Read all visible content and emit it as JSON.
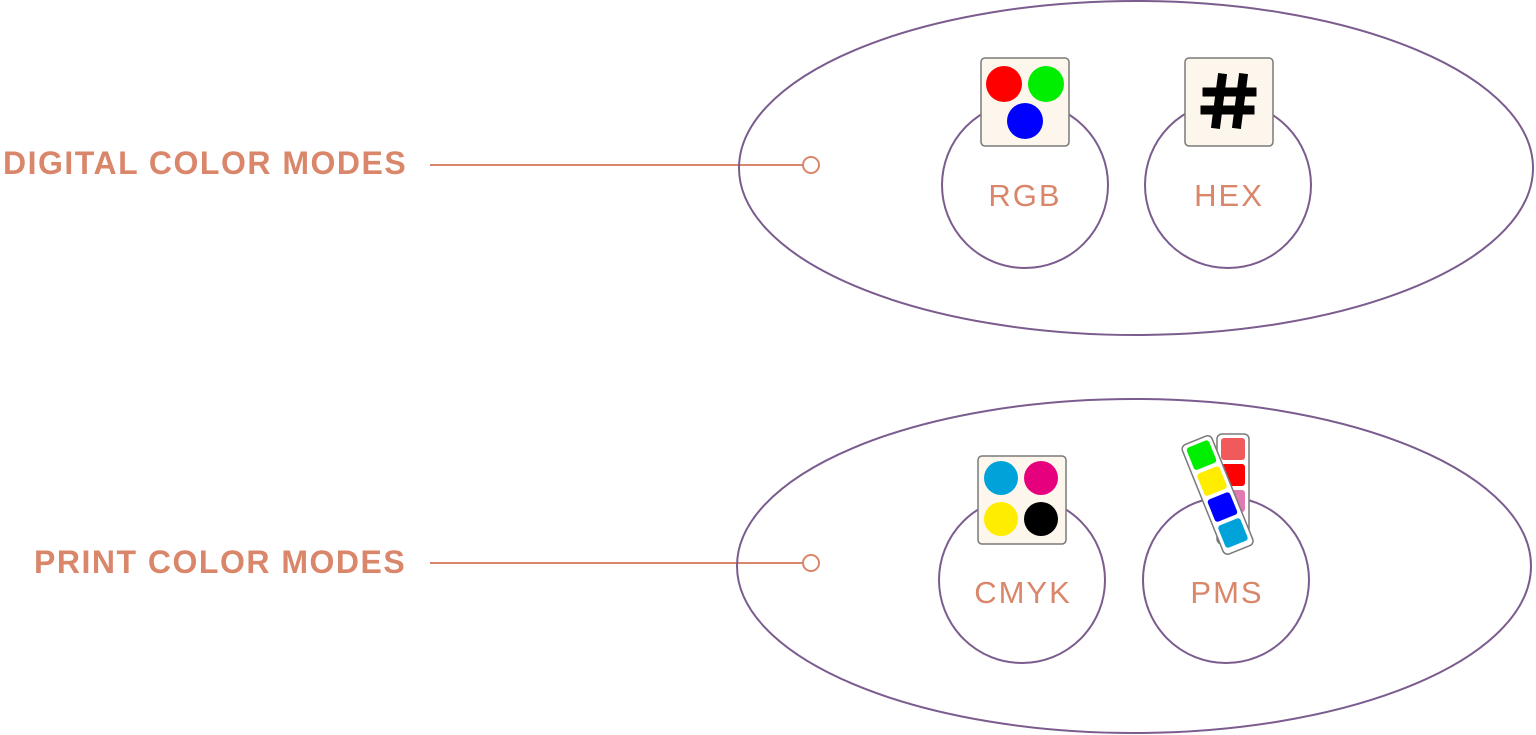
{
  "groups": {
    "digital": {
      "label": "DIGITAL COLOR MODES",
      "modes": [
        {
          "name": "RGB",
          "icon": "rgb-circles-icon"
        },
        {
          "name": "HEX",
          "icon": "hash-icon"
        }
      ]
    },
    "print": {
      "label": "PRINT COLOR MODES",
      "modes": [
        {
          "name": "CMYK",
          "icon": "cmyk-circles-icon"
        },
        {
          "name": "PMS",
          "icon": "pantone-swatch-fan-icon"
        }
      ]
    }
  },
  "colors": {
    "label": "#d9866a",
    "outline": "#7b5c8e",
    "tile": "#fdf6ec",
    "rgb": [
      "#ff0000",
      "#00ee00",
      "#0000ff"
    ],
    "cmyk": [
      "#00a3d9",
      "#e6007e",
      "#ffed00",
      "#000000"
    ],
    "pms": [
      "#00ee00",
      "#ffed00",
      "#0000ff",
      "#00a3d9",
      "#f05a5a",
      "#ff0000",
      "#e07ab0"
    ]
  }
}
